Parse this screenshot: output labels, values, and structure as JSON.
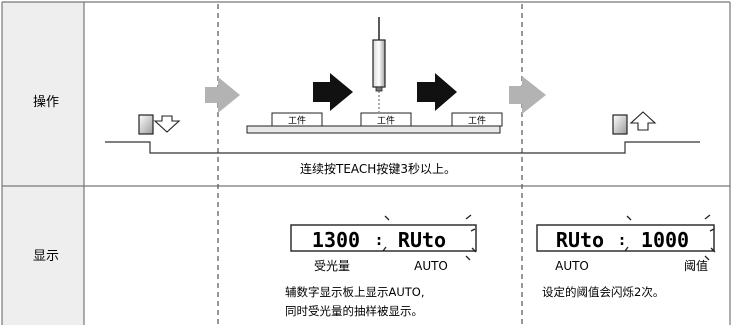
{
  "rows": {
    "operation": {
      "label": "操作",
      "workpiece_label": "工件",
      "caption": "连续按TEACH按键3秒以上。"
    },
    "display": {
      "label": "显示",
      "panel_left": {
        "main_digits": "1300",
        "sub_digits": "RUto",
        "left_label": "受光量",
        "right_label": "AUTO",
        "note_line1": "辅数字显示板上显示AUTO,",
        "note_line2": "同时受光量的抽样被显示。"
      },
      "panel_right": {
        "main_digits": "RUto",
        "sub_digits": "1000",
        "left_label": "AUTO",
        "right_label": "阈值",
        "note_line1": "设定的阈值会闪烁2次。"
      }
    }
  },
  "colors": {
    "label_column_bg": "#eeeeee",
    "border": "#777777",
    "process_arrow": "#b3b3b3",
    "motion_arrow": "#111111"
  },
  "icons": [
    "button-press-icon",
    "button-release-icon",
    "sensor-icon",
    "process-arrow-icon",
    "motion-arrow-icon"
  ]
}
